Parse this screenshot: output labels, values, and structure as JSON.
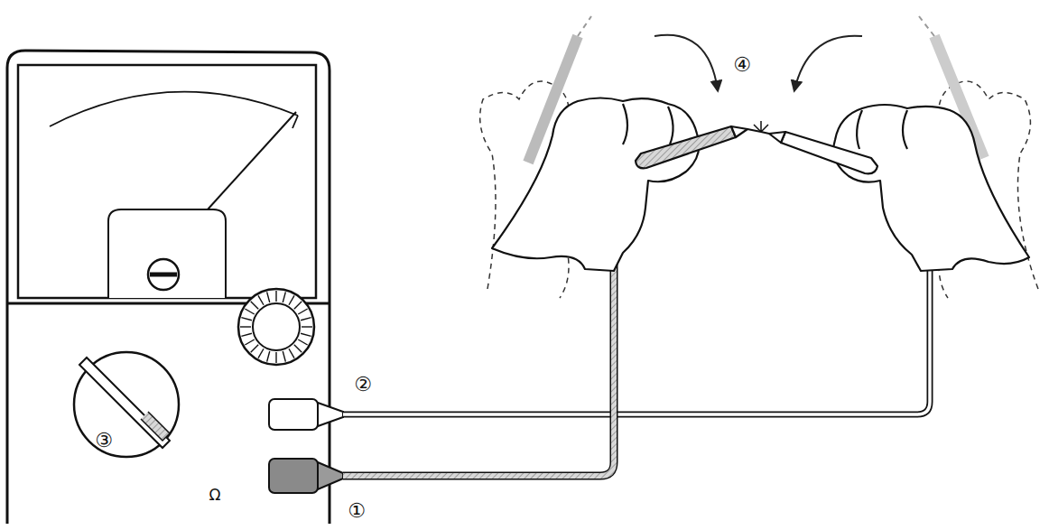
{
  "diagram": {
    "labels": [
      "①",
      "②",
      "③",
      "④",
      "Ω"
    ]
  }
}
